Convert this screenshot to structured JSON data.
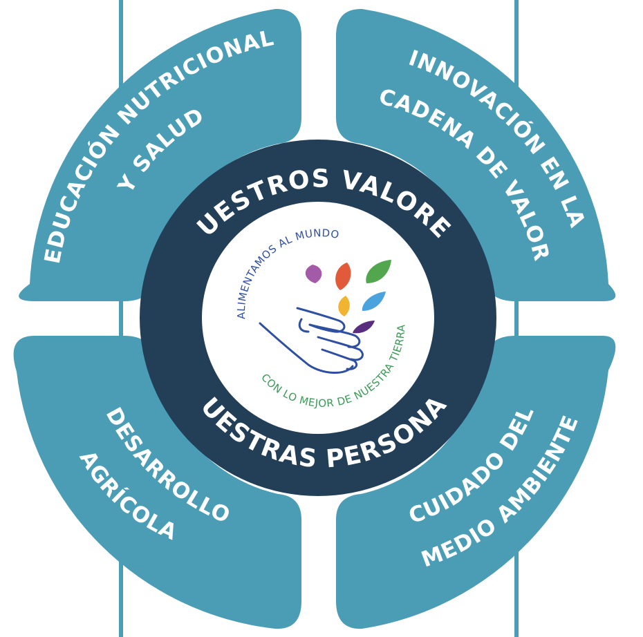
{
  "quadrants": {
    "top_left": {
      "line1": "EDUCACIÓN NUTRICIONAL",
      "line2": "Y SALUD"
    },
    "top_right": {
      "line1": "INNOVACIÓN EN LA",
      "line2": "CADENA DE VALOR"
    },
    "bottom_left": {
      "line1": "DESARROLLO",
      "line2": "AGRÍCOLA"
    },
    "bottom_right": {
      "line1": "CUIDADO DEL",
      "line2": "MEDIO AMBIENTE"
    }
  },
  "ring": {
    "top_text": "NUESTROS VALORES",
    "bottom_text": "NUESTRAS PERSONAS"
  },
  "logo": {
    "top_text": "ALIMENTAMOS AL MUNDO",
    "bottom_text": "CON LO MEJOR DE NUESTRA TIERRA"
  },
  "colors": {
    "quadrant": "#4a9db5",
    "ring": "#233f57",
    "line": "#4a9db5",
    "logo_blue": "#2f4fa0",
    "logo_green": "#3a9a56",
    "leaf_purple": "#a35ba8",
    "leaf_red": "#e15b3a",
    "leaf_green": "#52a64e",
    "leaf_yellow": "#f0b431",
    "leaf_blue": "#4aa3dc",
    "leaf_violet": "#5a2e7e"
  }
}
